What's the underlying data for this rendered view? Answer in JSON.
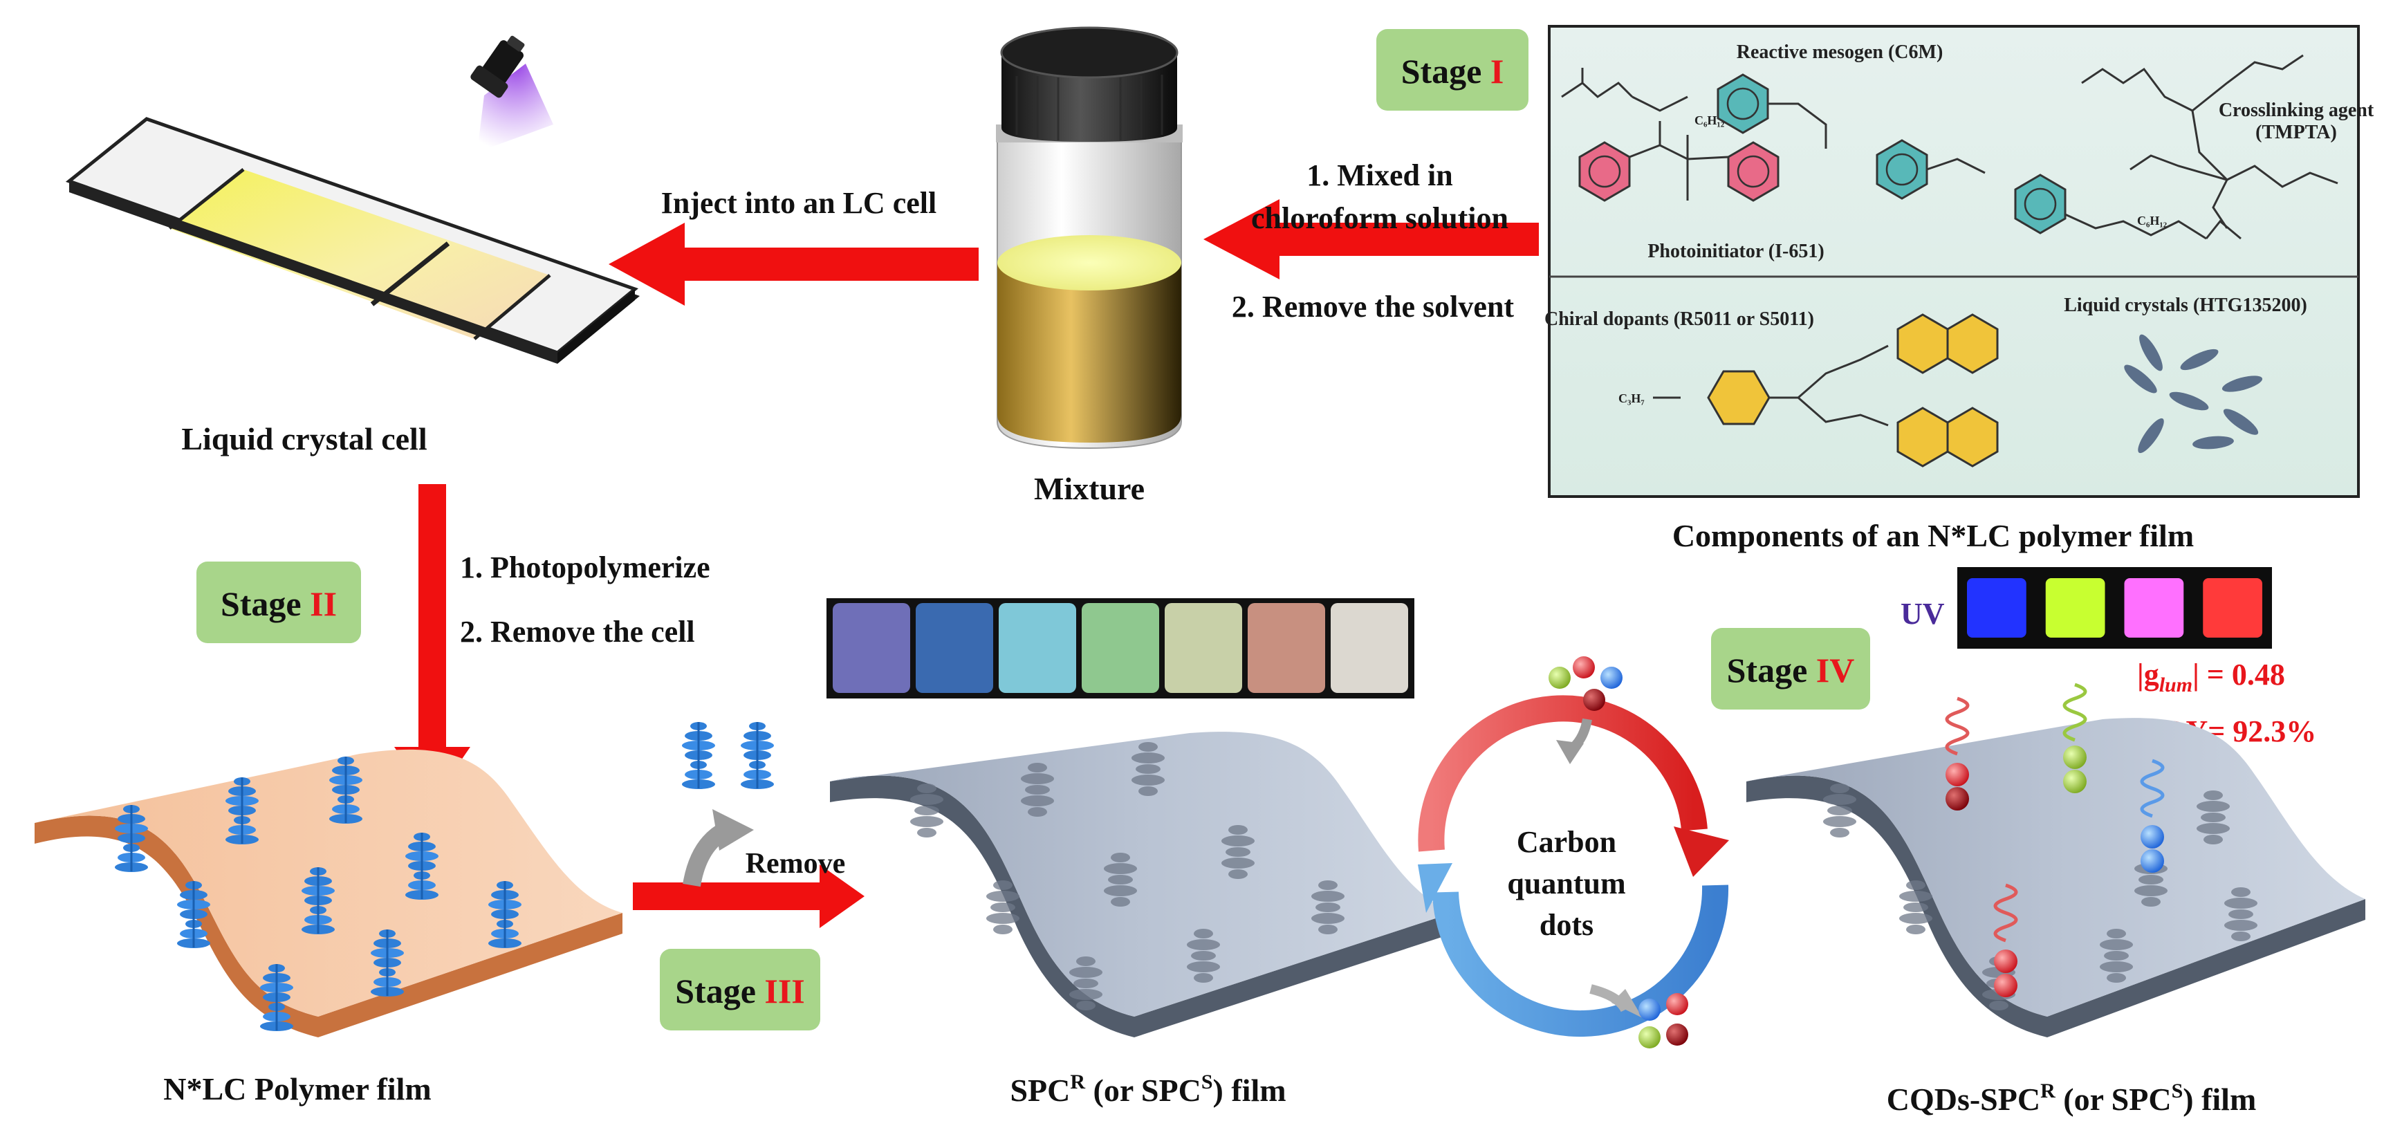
{
  "labels": {
    "lc_cell": "Liquid crystal cell",
    "mixture": "Mixture",
    "inject": "Inject into an LC cell",
    "mix_step1": "1. Mixed in",
    "mix_step1b": "chloroform solution",
    "mix_step2": "2. Remove the solvent",
    "components_title": "Components of an N*LC polymer film",
    "photopolymerize": "1. Photopolymerize",
    "remove_cell": "2. Remove the cell",
    "remove": "Remove",
    "n_lc_film": "N*LC Polymer film",
    "spc_film": {
      "a": "SPC",
      "a_sup": "R",
      "b": " (or SPC",
      "b_sup": "S",
      "c": ") film"
    },
    "cqds_film": {
      "a": "CQDs-SPC",
      "a_sup": "R",
      "b": " (or SPC",
      "b_sup": "S",
      "c": ") film"
    },
    "carbon_1": "Carbon",
    "carbon_2": "quantum",
    "carbon_3": "dots",
    "uv": "UV",
    "glum": {
      "pre": "|g",
      "sub": "lum",
      "post": "| = 0.48"
    },
    "plqy": "PLQY= 92.3%"
  },
  "stages": [
    {
      "word": "Stage",
      "numeral": "I"
    },
    {
      "word": "Stage",
      "numeral": "II"
    },
    {
      "word": "Stage",
      "numeral": "III"
    },
    {
      "word": "Stage",
      "numeral": "IV"
    }
  ],
  "components": {
    "reactive_mesogen": "Reactive mesogen (C6M)",
    "crosslinker_1": "Crosslinking agent",
    "crosslinker_2": "(TMPTA)",
    "photoinitiator": "Photoinitiator (I-651)",
    "chiral_dopants": "Chiral dopants (R5011 or S5011)",
    "liquid_crystals": "Liquid crystals (HTG135200)",
    "c6h12": "C₆H₁₂",
    "c3h7": "C₃H₇"
  },
  "colors": {
    "arrow_red": "#f01010",
    "stage_box": "#a8d58a",
    "stage_numeral": "#e8161c",
    "film_orange": "#f0b48c",
    "film_grey": "#a8b2c4",
    "helix_blue": "#2f7fd8",
    "cycle_red": "#e63a3a",
    "cycle_blue": "#3a8ad8"
  },
  "photo_strip_colors": [
    "#6f6fb8",
    "#3a6ab0",
    "#7fc8d8",
    "#8fc88f",
    "#c8d0a8",
    "#c89080",
    "#dcd8d0"
  ],
  "uv_photo_colors": [
    "#2233ff",
    "#c8ff30",
    "#ff70ff",
    "#ff3a3a"
  ]
}
